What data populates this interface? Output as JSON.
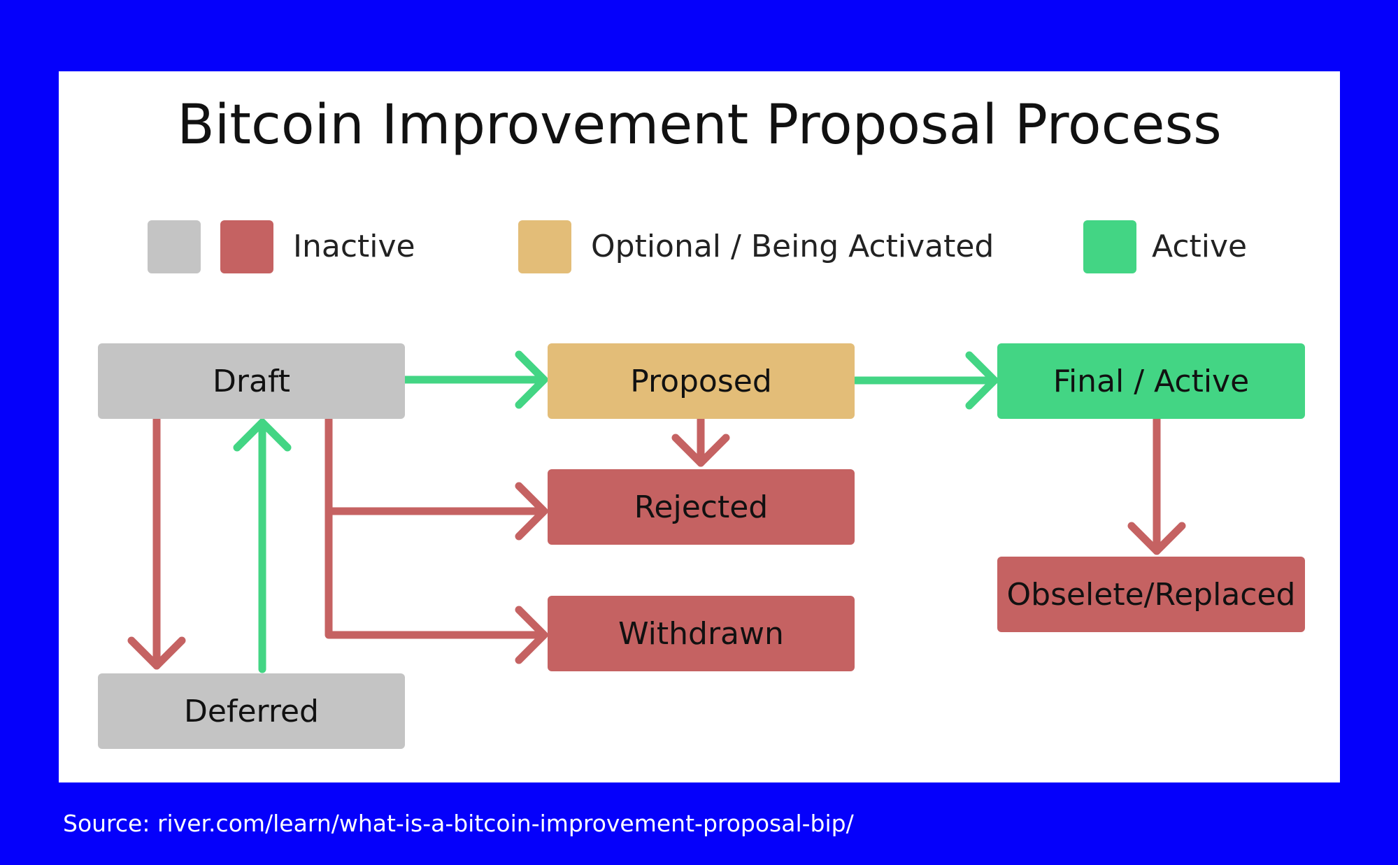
{
  "title": "Bitcoin Improvement Proposal Process",
  "legend": [
    {
      "label": "Inactive",
      "colors": [
        "#c4c4c4",
        "#c56262"
      ]
    },
    {
      "label": "Optional / Being Activated",
      "colors": [
        "#e3bd78"
      ]
    },
    {
      "label": "Active",
      "colors": [
        "#43d584"
      ]
    }
  ],
  "nodes": {
    "draft": {
      "label": "Draft",
      "color": "#c4c4c4"
    },
    "deferred": {
      "label": "Deferred",
      "color": "#c4c4c4"
    },
    "proposed": {
      "label": "Proposed",
      "color": "#e3bd78"
    },
    "rejected": {
      "label": "Rejected",
      "color": "#c56262"
    },
    "withdrawn": {
      "label": "Withdrawn",
      "color": "#c56262"
    },
    "final": {
      "label": "Final / Active",
      "color": "#43d584"
    },
    "obsolete": {
      "label": "Obselete/Replaced",
      "color": "#c56262"
    }
  },
  "source": "Source: river.com/learn/what-is-a-bitcoin-improvement-proposal-bip/",
  "colors": {
    "background": "#0500fb",
    "active_arrow": "#43d584",
    "inactive_arrow": "#c56262"
  }
}
